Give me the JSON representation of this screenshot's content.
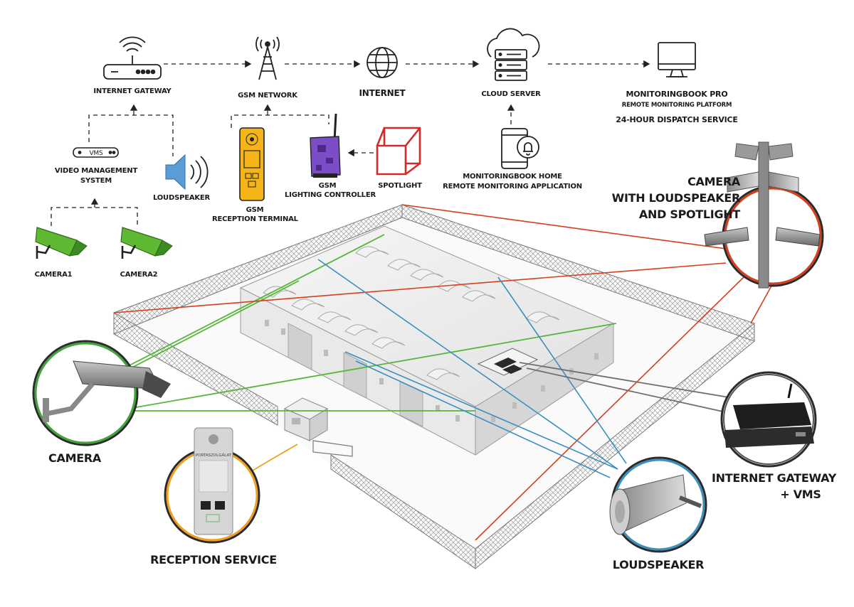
{
  "labels": {
    "internet_gateway": "INTERNET GATEWAY",
    "gsm_network": "GSM NETWORK",
    "internet": "INTERNET",
    "cloud_server": "CLOUD SERVER",
    "monitoringbook_pro": "MONITORINGBOOK PRO",
    "remote_monitoring_platform": "REMOTE MONITORING PLATFORM",
    "dispatch_service": "24-HOUR DISPATCH SERVICE",
    "vms_line1": "VIDEO MANAGEMENT",
    "vms_line2": "SYSTEM",
    "loudspeaker_small": "LOUDSPEAKER",
    "gsm_reception_line1": "GSM",
    "gsm_reception_line2": "RECEPTION TERMINAL",
    "gsm_lighting_line1": "GSM",
    "gsm_lighting_line2": "LIGHTING CONTROLLER",
    "spotlight": "SPOTLIGHT",
    "monitoringbook_home": "MONITORINGBOOK HOME",
    "remote_monitoring_app": "REMOTE MONITORING APPLICATION",
    "camera1": "CAMERA1",
    "camera2": "CAMERA2",
    "camera_combo_line1": "CAMERA",
    "camera_combo_line2": "WITH LOUDSPEAKER",
    "camera_combo_line3": "AND SPOTLIGHT",
    "camera_big": "CAMERA",
    "internet_gateway_vms_line1": "INTERNET GATEWAY",
    "internet_gateway_vms_line2": "+ VMS",
    "reception_service": "RECEPTION SERVICE",
    "loudspeaker_big": "LOUDSPEAKER",
    "vms_device_text": "VMS"
  },
  "reception_panel": {
    "header": "PORTASZOLGÁLAT"
  },
  "colors": {
    "camera_green": "#5fb832",
    "green_line": "#56b63a",
    "red_line": "#d4401c",
    "blue_line": "#3a8fc0",
    "gray_line": "#6e6e6e",
    "orange_line": "#f0a020",
    "camera_circle_border": "#3fa53a",
    "loudspeaker_circle_border": "#3a8fc0",
    "gateway_circle_border": "#444444",
    "reception_circle_border": "#f0a020",
    "spotlight_red": "#d42a2a",
    "lighting_purple": "#7b4ec8",
    "reception_terminal_yellow": "#f6b516",
    "speaker_blue": "#5a9cd6"
  },
  "icons": [
    "router-icon",
    "gsm-tower-icon",
    "globe-icon",
    "cloud-server-icon",
    "monitor-icon",
    "smartphone-bell-icon",
    "vms-box-icon",
    "speaker-icon",
    "reception-terminal-icon",
    "lighting-controller-icon",
    "spotlight-icon",
    "camera-icon"
  ]
}
